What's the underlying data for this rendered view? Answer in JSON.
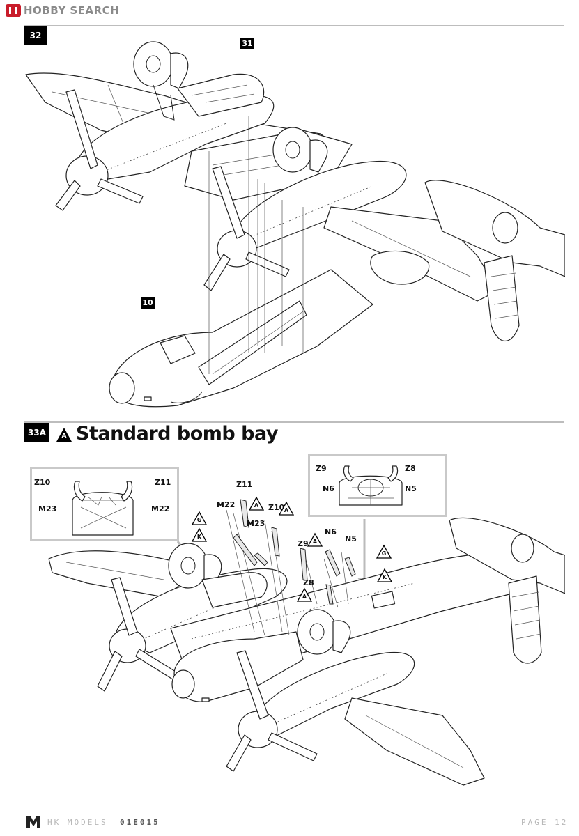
{
  "watermark": {
    "text": "HOBBY SEARCH"
  },
  "step32": {
    "number": "32",
    "ref_a": "31",
    "ref_b": "10"
  },
  "step33a": {
    "number": "33A",
    "variant_icon": "A",
    "title": "Standard bomb bay"
  },
  "inset_left": {
    "labels": {
      "z10": "Z10",
      "z11": "Z11",
      "m23": "M23",
      "m22": "M22"
    }
  },
  "inset_right": {
    "labels": {
      "z9": "Z9",
      "z8": "Z8",
      "n6": "N6",
      "n5": "N5"
    }
  },
  "parts": {
    "z11": "Z11",
    "m22": "M22",
    "z10": "Z10",
    "m23": "M23",
    "n6": "N6",
    "n5": "N5",
    "z9": "Z9",
    "z8": "Z8"
  },
  "callouts": {
    "g1": "G",
    "k1": "K",
    "a1": "A",
    "a2": "A",
    "a3": "A",
    "a4": "A",
    "g2": "G",
    "k2": "K"
  },
  "footer": {
    "brand": "HK MODELS",
    "code": "01E015",
    "page": "PAGE 12"
  },
  "colors": {
    "accent": "#c91c2a",
    "badge": "#000000",
    "frame": "#bdbdbd",
    "arrow": "#bbbbbb"
  }
}
